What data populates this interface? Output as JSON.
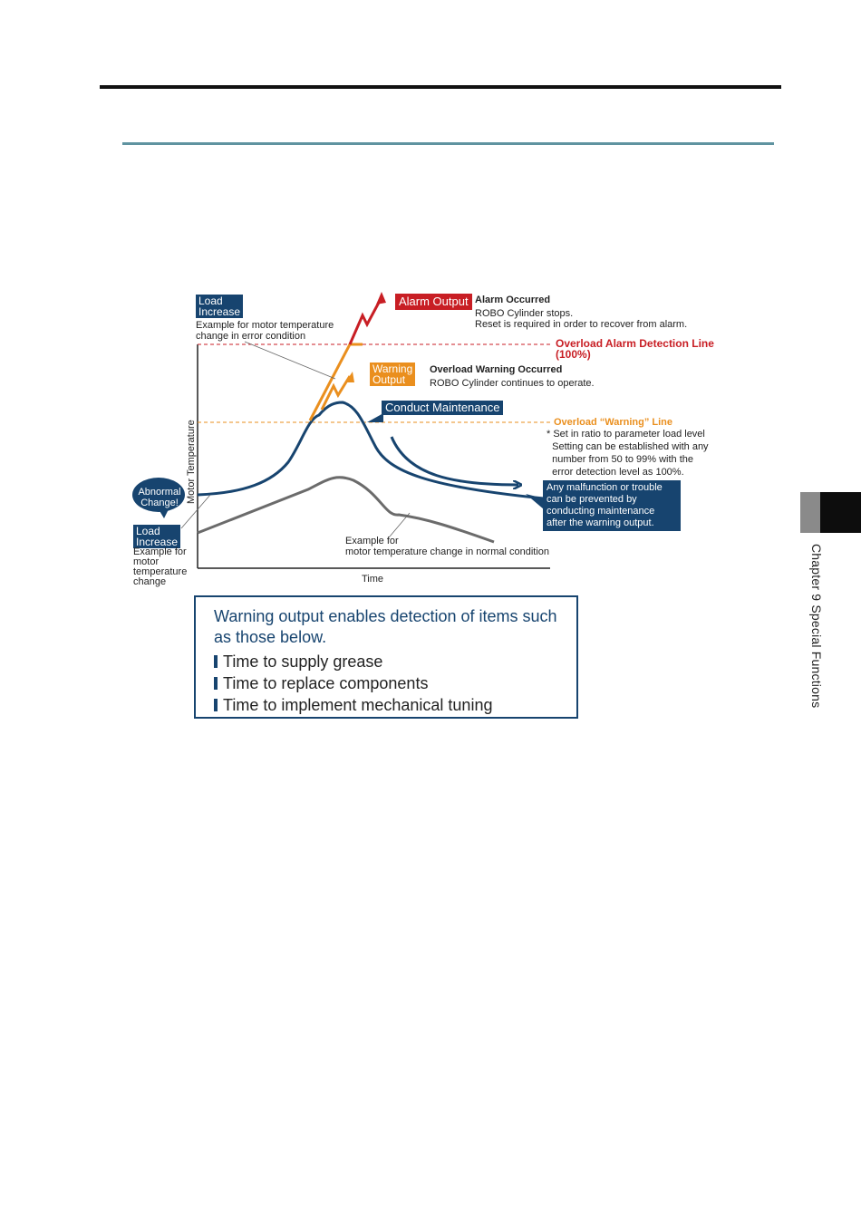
{
  "chapter_tab": "Chapter 9 Special Functions",
  "diagram": {
    "axis_y": "Motor Temperature",
    "axis_x": "Time",
    "load_increase_top": "Load\nIncrease",
    "error_example": "Example for motor temperature\nchange in error condition",
    "alarm_output": "Alarm Output",
    "alarm_occurred": "Alarm Occurred",
    "alarm_desc": "ROBO Cylinder stops.\nReset is required in order to recover from alarm.",
    "alarm_line_label": "Overload Alarm Detection Line\n(100%)",
    "warning_output": "Warning\nOutput",
    "warning_occurred": "Overload Warning Occurred",
    "warning_desc": "ROBO Cylinder continues to operate.",
    "conduct_maintenance": "Conduct Maintenance",
    "warning_line_label": "Overload “Warning” Line",
    "warning_note": "* Set in ratio to parameter load level\n  Setting can be established with any\n  number from 50 to 99% with the\n  error detection level as 100%.",
    "malfunction_note": "Any malfunction or trouble\ncan be prevented by\nconducting maintenance\nafter the warning output.",
    "abnormal_change": "Abnormal\nChange!",
    "load_increase_bottom": "Load\nIncrease",
    "load_example": "Example for\nmotor\ntemperature\nchange",
    "normal_example": "Example for\nmotor temperature change in normal condition",
    "colors": {
      "navy": "#17446f",
      "orange": "#ea8f1e",
      "red": "#c81e24",
      "gray": "#6b6b6b"
    }
  },
  "info_box": {
    "intro": "Warning output enables detection of items such as those below.",
    "items": [
      "Time to supply grease",
      "Time to replace components",
      "Time to implement mechanical tuning"
    ]
  }
}
